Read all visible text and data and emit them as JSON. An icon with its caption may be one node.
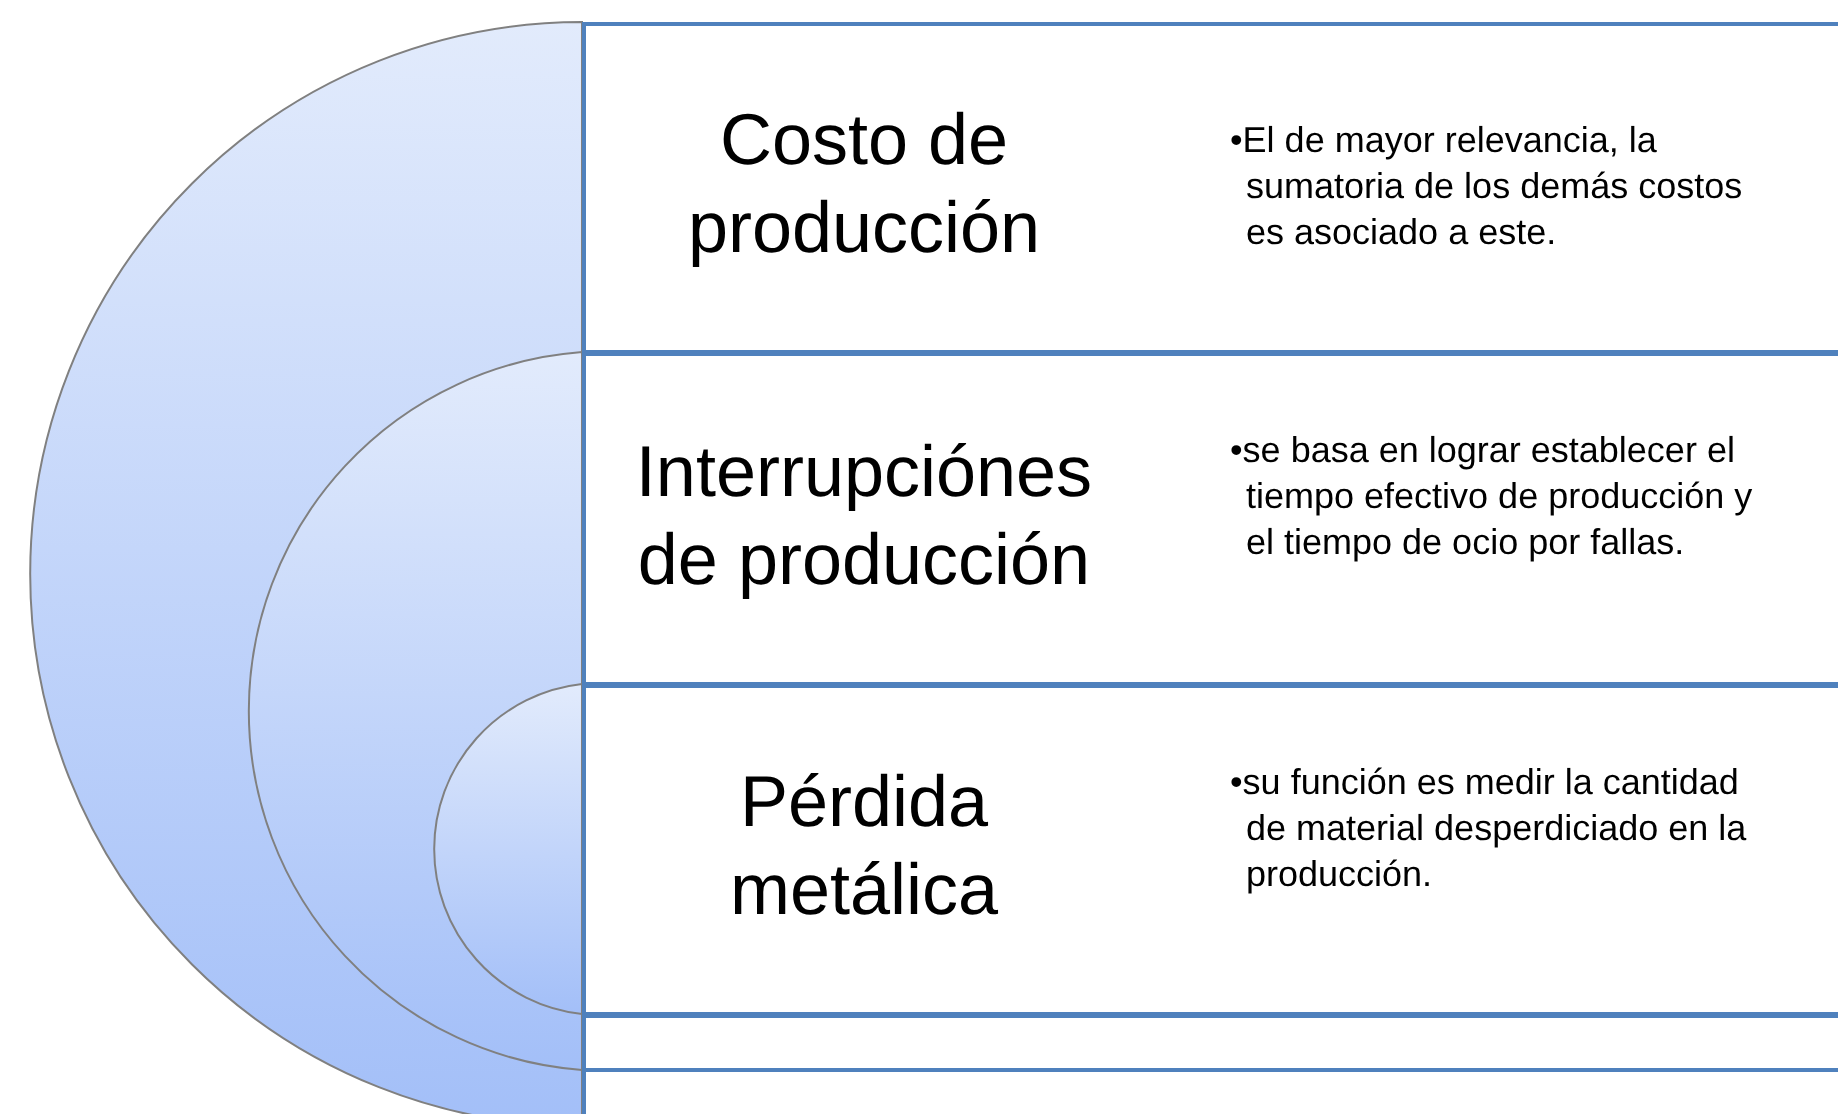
{
  "diagram": {
    "nodes": [
      {
        "text": [
          "Costo de producción",
          "•El de mayor relevancia, la sumatoria de los demás costos es asociado a este."
        ]
      },
      {
        "text": [
          "Interrupciónes de producción",
          "•se basa en lograr establecer el tiempo efectivo de producción y el tiempo de ocio por fallas."
        ]
      },
      {
        "text": [
          "Pérdida metálica",
          "•su función es medir la cantidad de material desperdiciado en la producción."
        ]
      },
      {
        "text": [],
        "shape": "box"
      }
    ]
  }
}
